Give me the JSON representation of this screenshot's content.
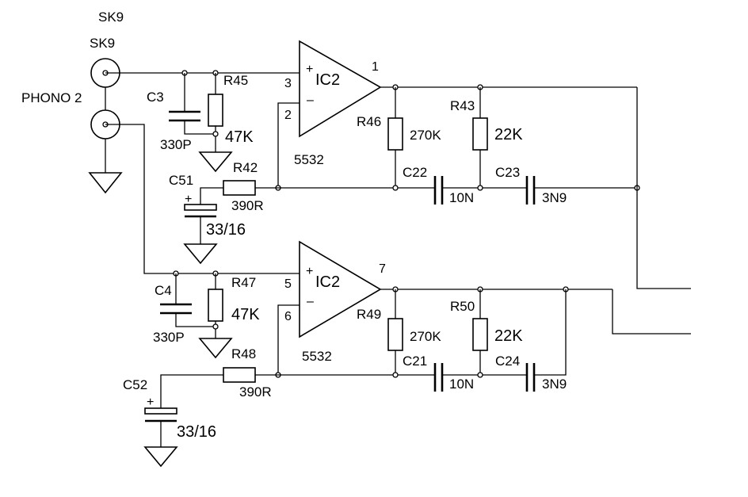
{
  "input": {
    "connector_top": "SK9",
    "connector_top_clipped": "SK9",
    "input_name": "PHONO 2"
  },
  "channel_a": {
    "ic": "IC2",
    "ic_type": "5532",
    "pin_plus": "3",
    "pin_minus": "2",
    "pin_out": "1",
    "plus_sign": "+",
    "minus_sign": "–",
    "c_in": {
      "ref": "C3",
      "value": "330P"
    },
    "r_in": {
      "ref": "R45",
      "value": "47K"
    },
    "r_fb": {
      "ref": "R42",
      "value": "390R"
    },
    "c_fb": {
      "ref": "C51",
      "value": "33/16",
      "polarity": "+"
    },
    "r_a": {
      "ref": "R46",
      "value": "270K"
    },
    "r_b": {
      "ref": "R43",
      "value": "22K"
    },
    "c_a": {
      "ref": "C22",
      "value": "10N"
    },
    "c_b": {
      "ref": "C23",
      "value": "3N9"
    }
  },
  "channel_b": {
    "ic": "IC2",
    "ic_type": "5532",
    "pin_plus": "5",
    "pin_minus": "6",
    "pin_out": "7",
    "plus_sign": "+",
    "minus_sign": "–",
    "c_in": {
      "ref": "C4",
      "value": "330P"
    },
    "r_in": {
      "ref": "R47",
      "value": "47K"
    },
    "r_fb": {
      "ref": "R48",
      "value": "390R"
    },
    "c_fb": {
      "ref": "C52",
      "value": "33/16",
      "polarity": "+"
    },
    "r_a": {
      "ref": "R49",
      "value": "270K"
    },
    "r_b": {
      "ref": "R50",
      "value": "22K"
    },
    "c_a": {
      "ref": "C21",
      "value": "10N"
    },
    "c_b": {
      "ref": "C24",
      "value": "3N9"
    }
  }
}
